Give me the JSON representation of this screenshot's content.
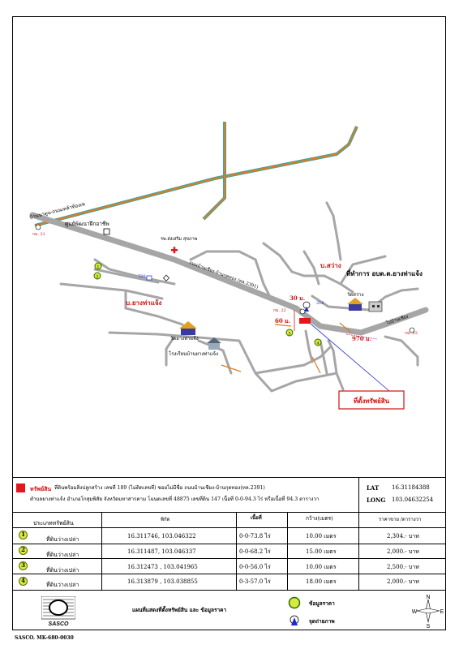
{
  "map": {
    "labels": {
      "road_left_top": "บ้านนาดูน-ถนนเคล้าท้องเพ",
      "km21": "กม. 21",
      "center": "ศูนย์พัฒนาฝึกอาชีพ",
      "hospital": "รพ.ส่งเสริม สุขภาพ",
      "road_main": "ถนนบ้านเชียง-บ้านกุดทอง (ทล.2391)",
      "village_sawang": "บ.สว่าง",
      "office": "ที่ทำการ อบต.ต.ยางท่าแจ้ง",
      "temple_sawang": "วัดสว่าง",
      "village_yangthachaeng": "บ.ยางท่าแจ้ง",
      "temple_yang": "วัดยางท่าแจ้ง",
      "school": "โรงเรียนบ้านยางท่าแจ้ง",
      "dist30": "30 ม.",
      "dist60": "60 ม.",
      "dist970": "970 ม.",
      "km22": "กม. 22",
      "km23": "กม. 23",
      "road_right": "ไปบ้านเชียง",
      "n216": "216",
      "n780": "780",
      "property_callout": "ที่ตั้งทรัพย์สิน"
    }
  },
  "info": {
    "legend_label": "ทรัพย์สิน",
    "desc_line1": "ที่ดินพร้อมสิ่งปลูกสร้าง เลขที่ 189 (ไม่ติดเลขที่) ซอยไม่มีชื่อ ถนนบ้านเชียง-บ้านกุดทอง(ทล.2391)",
    "desc_line2": "ตำบลยางท่าแจ้ง อำเภอโกสุมพิสัย จังหวัดมหาสารคาม โฉนดเลขที่ 48875 เลขที่ดิน 147 เนื้อที่ 0-0-94.3 ไร่ หรือเนื้อที่ 94.3 ตารางวา",
    "lat_label": "LAT",
    "lat_value": "16.31184388",
    "long_label": "LONG",
    "long_value": "103.04632254",
    "headers": [
      "ประเภททรัพย์สิน",
      "พิกัด",
      "เนื้อที่",
      "กว้าง(เมตร)",
      "ราคาขาย /ตารางวา"
    ],
    "rows": [
      {
        "no": "1",
        "type": "ที่ดินว่างเปล่า",
        "coord": "16.311746, 103.046322",
        "area": "0-0-73.8 ไร่",
        "width": "10.00 เมตร",
        "price": "2,304.- บาท"
      },
      {
        "no": "2",
        "type": "ที่ดินว่างเปล่า",
        "coord": "16.311487, 103.046337",
        "area": "0-0-68.2 ไร่",
        "width": "15.00 เมตร",
        "price": "2,000.- บาท"
      },
      {
        "no": "3",
        "type": "ที่ดินว่างเปล่า",
        "coord": "16.312473 , 103.041965",
        "area": "0-0-56.0 ไร่",
        "width": "10.00 เมตร",
        "price": "2,500.- บาท"
      },
      {
        "no": "4",
        "type": "ที่ดินว่างเปล่า",
        "coord": "16.313879 , 103.038855",
        "area": "0-3-57.0 ไร่",
        "width": "18.00 เมตร",
        "price": "2,000.- บาท"
      }
    ],
    "logo_text": "SASCO",
    "footer_title": "แผนที่แสดงที่ตั้งทรัพย์สิน และ ข้อมูลราคา",
    "legend_price": "ข้อมูลราคา",
    "legend_photo": "จุดถ่ายภาพ",
    "compass": {
      "n": "N",
      "s": "S",
      "e": "E",
      "w": "W"
    },
    "doc_id": "SASCO. MK-680-0030"
  },
  "colors": {
    "road_gray": "#a6a6a6",
    "canal_orange": "#e07b20",
    "canal_teal": "#3aa6a6",
    "label_red": "#d01010",
    "property_red": "#e8141b",
    "legend_green": "#d8ea3e",
    "pointer_blue": "#1a2ad8"
  }
}
